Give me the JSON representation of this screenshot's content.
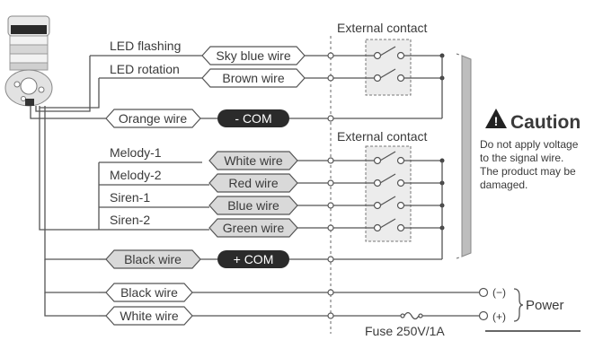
{
  "top_wires": [
    {
      "signal": "LED flashing",
      "wire": "Sky blue wire"
    },
    {
      "signal": "LED rotation",
      "wire": "Brown wire"
    }
  ],
  "orange_wire": "Orange wire",
  "minus_com": "- COM",
  "external_contact_top": "External contact",
  "external_contact_bottom": "External contact",
  "mid_wires": [
    {
      "signal": "Melody-1",
      "wire": "White wire"
    },
    {
      "signal": "Melody-2",
      "wire": "Red wire"
    },
    {
      "signal": "Siren-1",
      "wire": "Blue wire"
    },
    {
      "signal": "Siren-2",
      "wire": "Green wire"
    }
  ],
  "black_wire_com": "Black wire",
  "plus_com": "+ COM",
  "power_wires": [
    "Black wire",
    "White wire"
  ],
  "power_minus": "(−)",
  "power_plus": "(+)",
  "power_label": "Power",
  "fuse_label": "Fuse 250V/1A",
  "caution": {
    "title": "Caution",
    "lines": [
      "Do not apply voltage",
      "to the signal wire.",
      "The product may be",
      "damaged."
    ]
  },
  "icons": [
    "warning-icon",
    "signal-tower-icon",
    "switch-icon",
    "fuse-icon"
  ]
}
